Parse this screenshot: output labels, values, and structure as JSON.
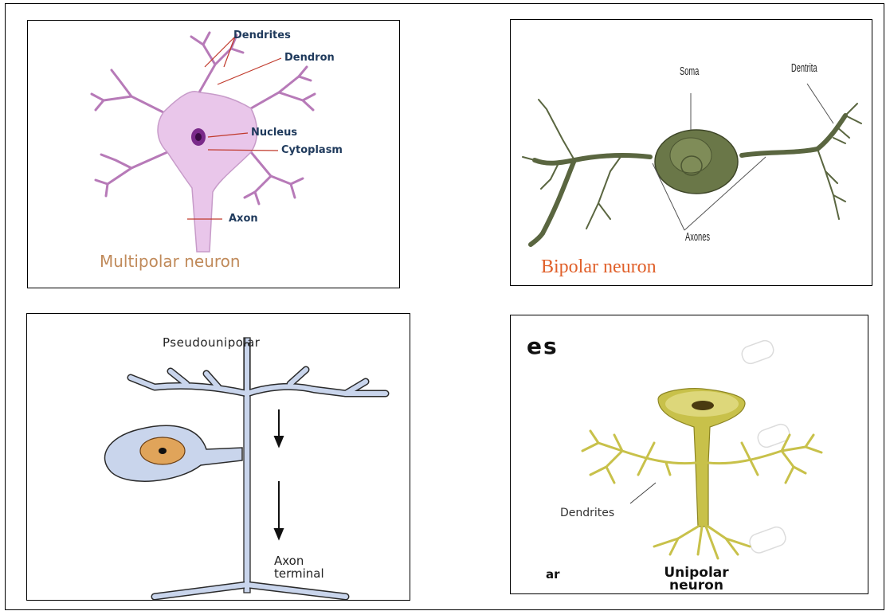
{
  "panels": {
    "multipolar": {
      "caption": "Multipolar neuron",
      "labels": {
        "dendrites": "Dendrites",
        "dendron": "Dendron",
        "nucleus": "Nucleus",
        "cytoplasm": "Cytoplasm",
        "axon": "Axon"
      }
    },
    "bipolar": {
      "caption": "Bipolar neuron",
      "labels": {
        "soma": "Soma",
        "dentrita": "Dentrita",
        "axones": "Axones"
      }
    },
    "pseudounipolar": {
      "title": "Pseudounipolar",
      "labels": {
        "axon_line1": "Axon",
        "axon_line2": "terminal"
      }
    },
    "unipolar": {
      "fragment_top": "es",
      "fragment_bottom": "ar",
      "caption_line1": "Unipolar",
      "caption_line2": "neuron",
      "labels": {
        "dendrites": "Dendrites"
      }
    }
  },
  "colors": {
    "multipolar_cell": "#e9c6ea",
    "multipolar_nucleus": "#7a2a8a",
    "bipolar_cell": "#5a6640",
    "pseudo_cell": "#c9d5ec",
    "pseudo_nucleus": "#e0a45a",
    "unipolar_cell": "#c8c14a",
    "label_navy": "#1f3a5c",
    "caption_orange": "#e0602a"
  }
}
